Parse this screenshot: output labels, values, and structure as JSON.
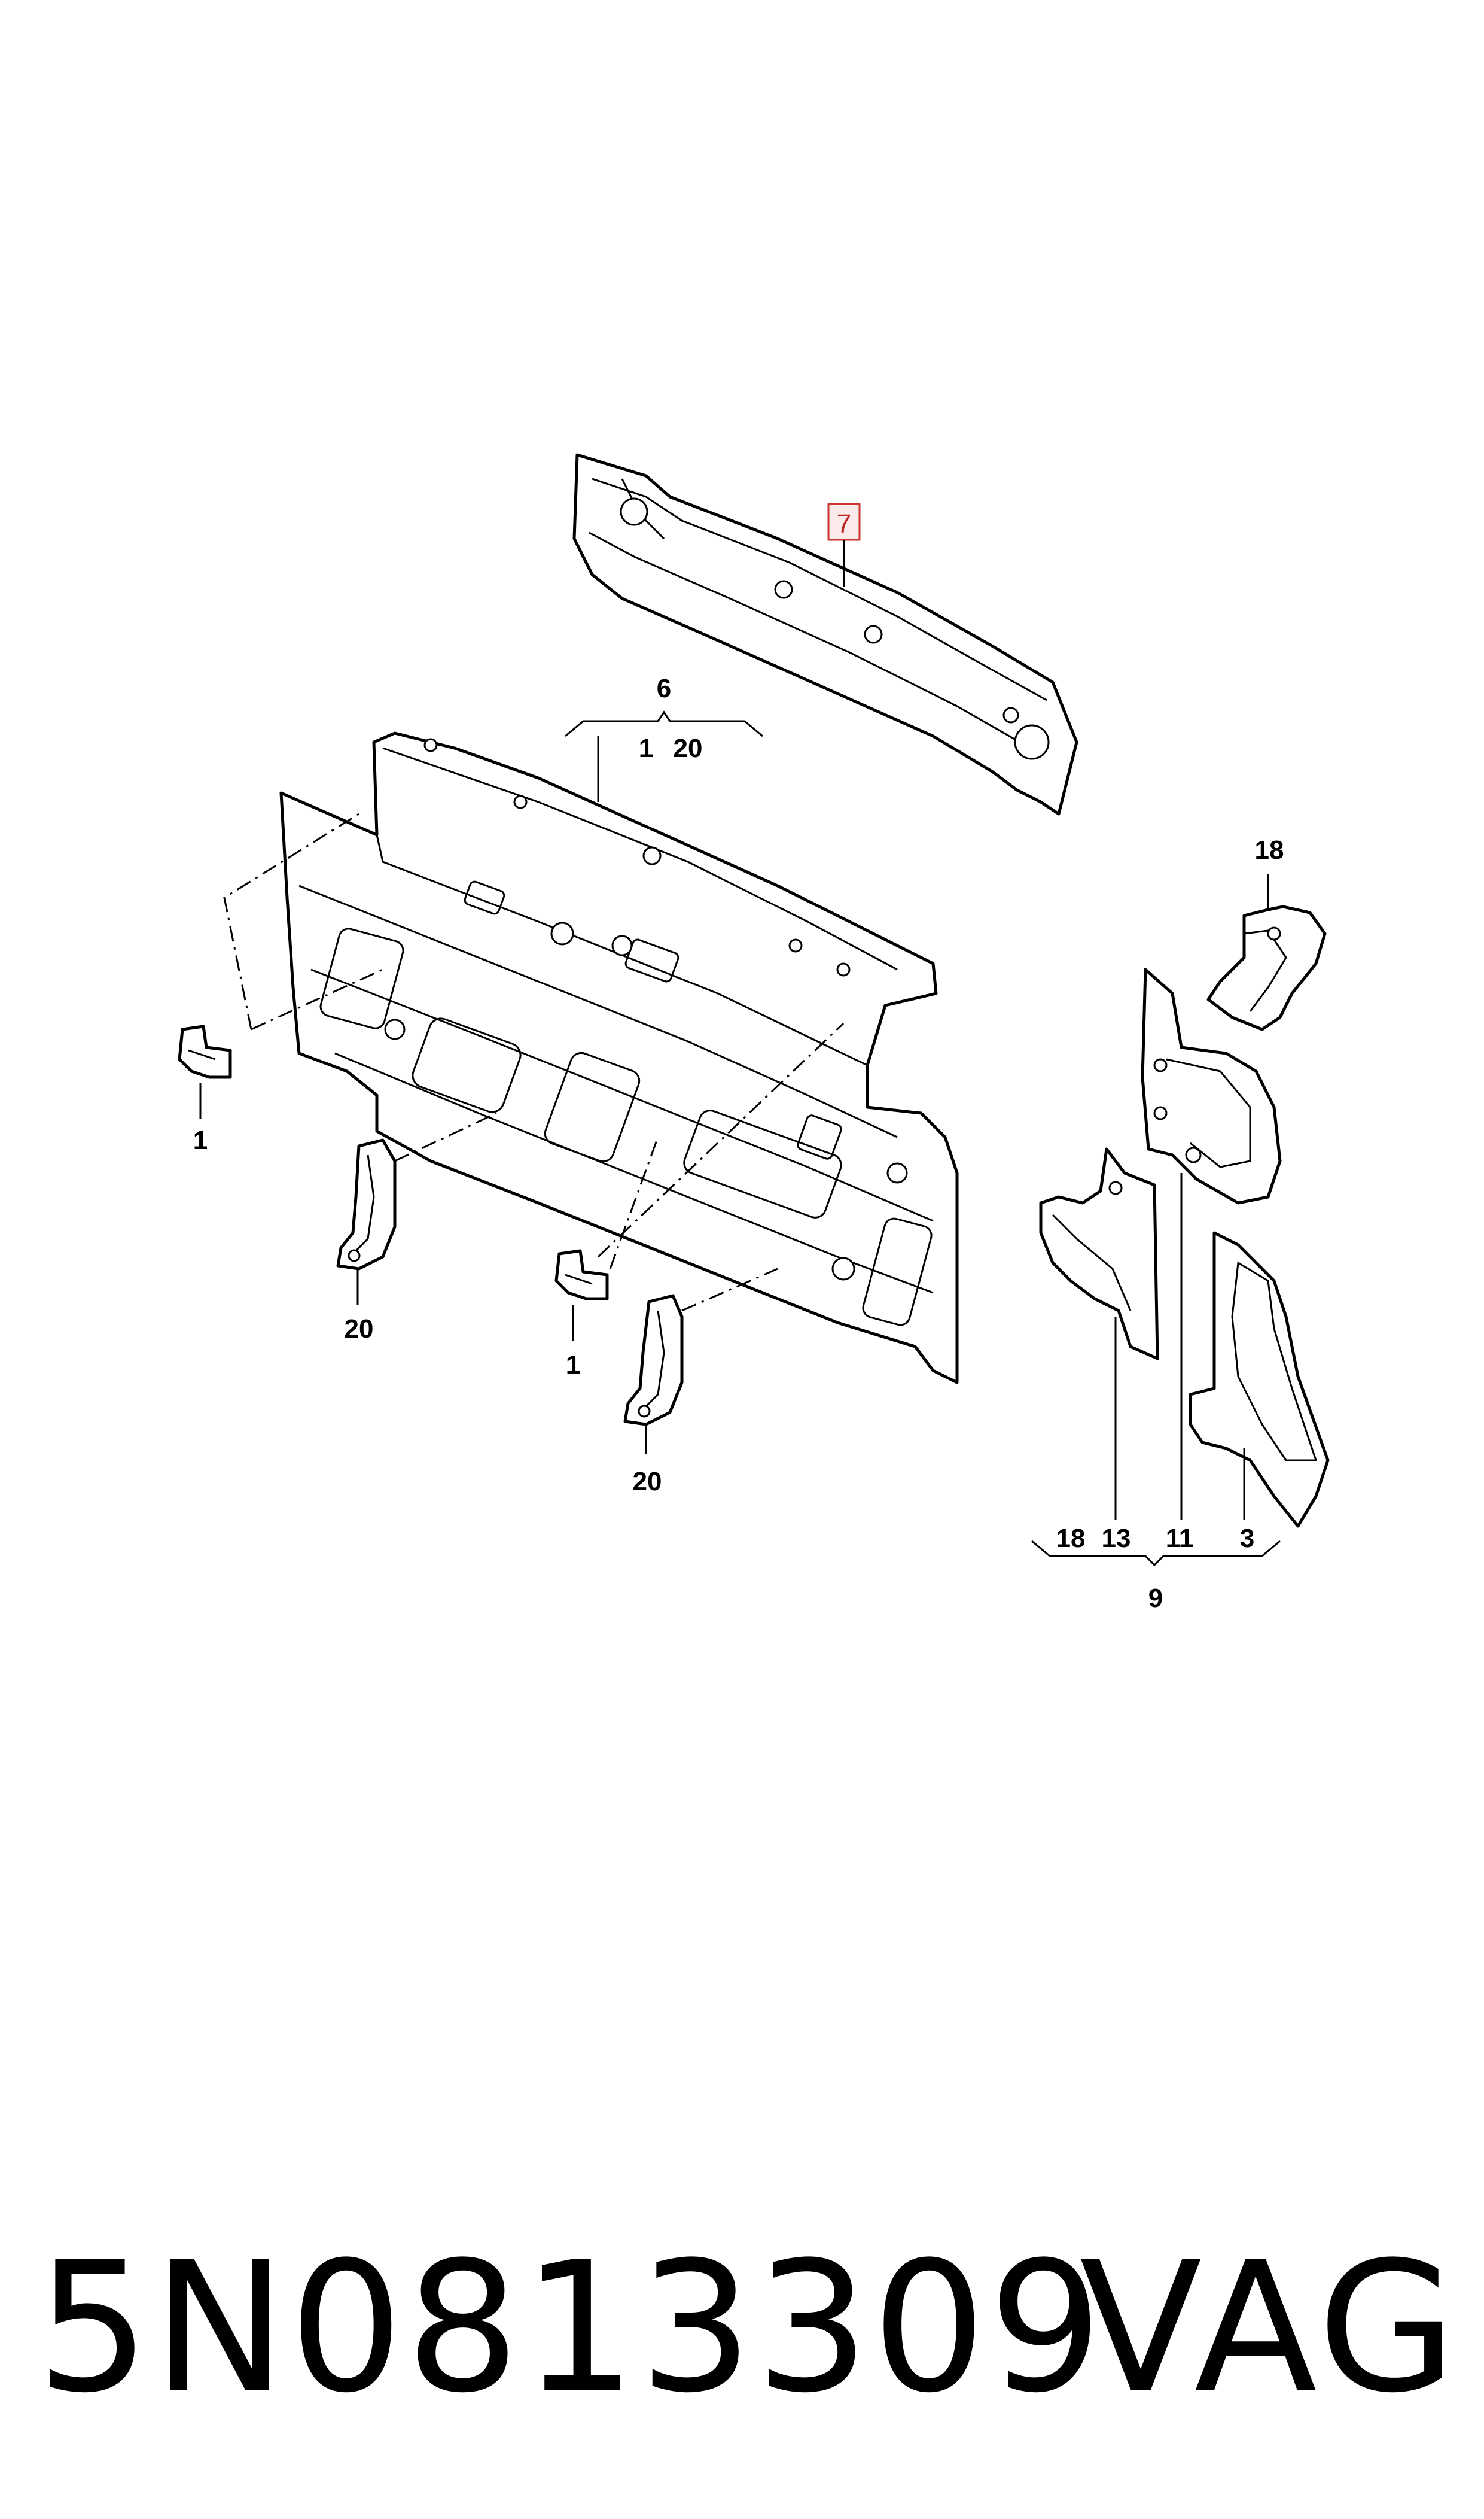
{
  "callouts": {
    "c7": "7",
    "c6": "6",
    "c6_sub1": "1",
    "c6_sub2": "20",
    "c18_top": "18",
    "c1_left": "1",
    "c20_left": "20",
    "c1_center": "1",
    "c20_center": "20",
    "c18_bottom": "18",
    "c13": "13",
    "c11": "11",
    "c3": "3",
    "c9": "9"
  },
  "highlight_color": "#cc3333",
  "footer": {
    "part_number": "5N0813309",
    "brand": "VAG"
  }
}
